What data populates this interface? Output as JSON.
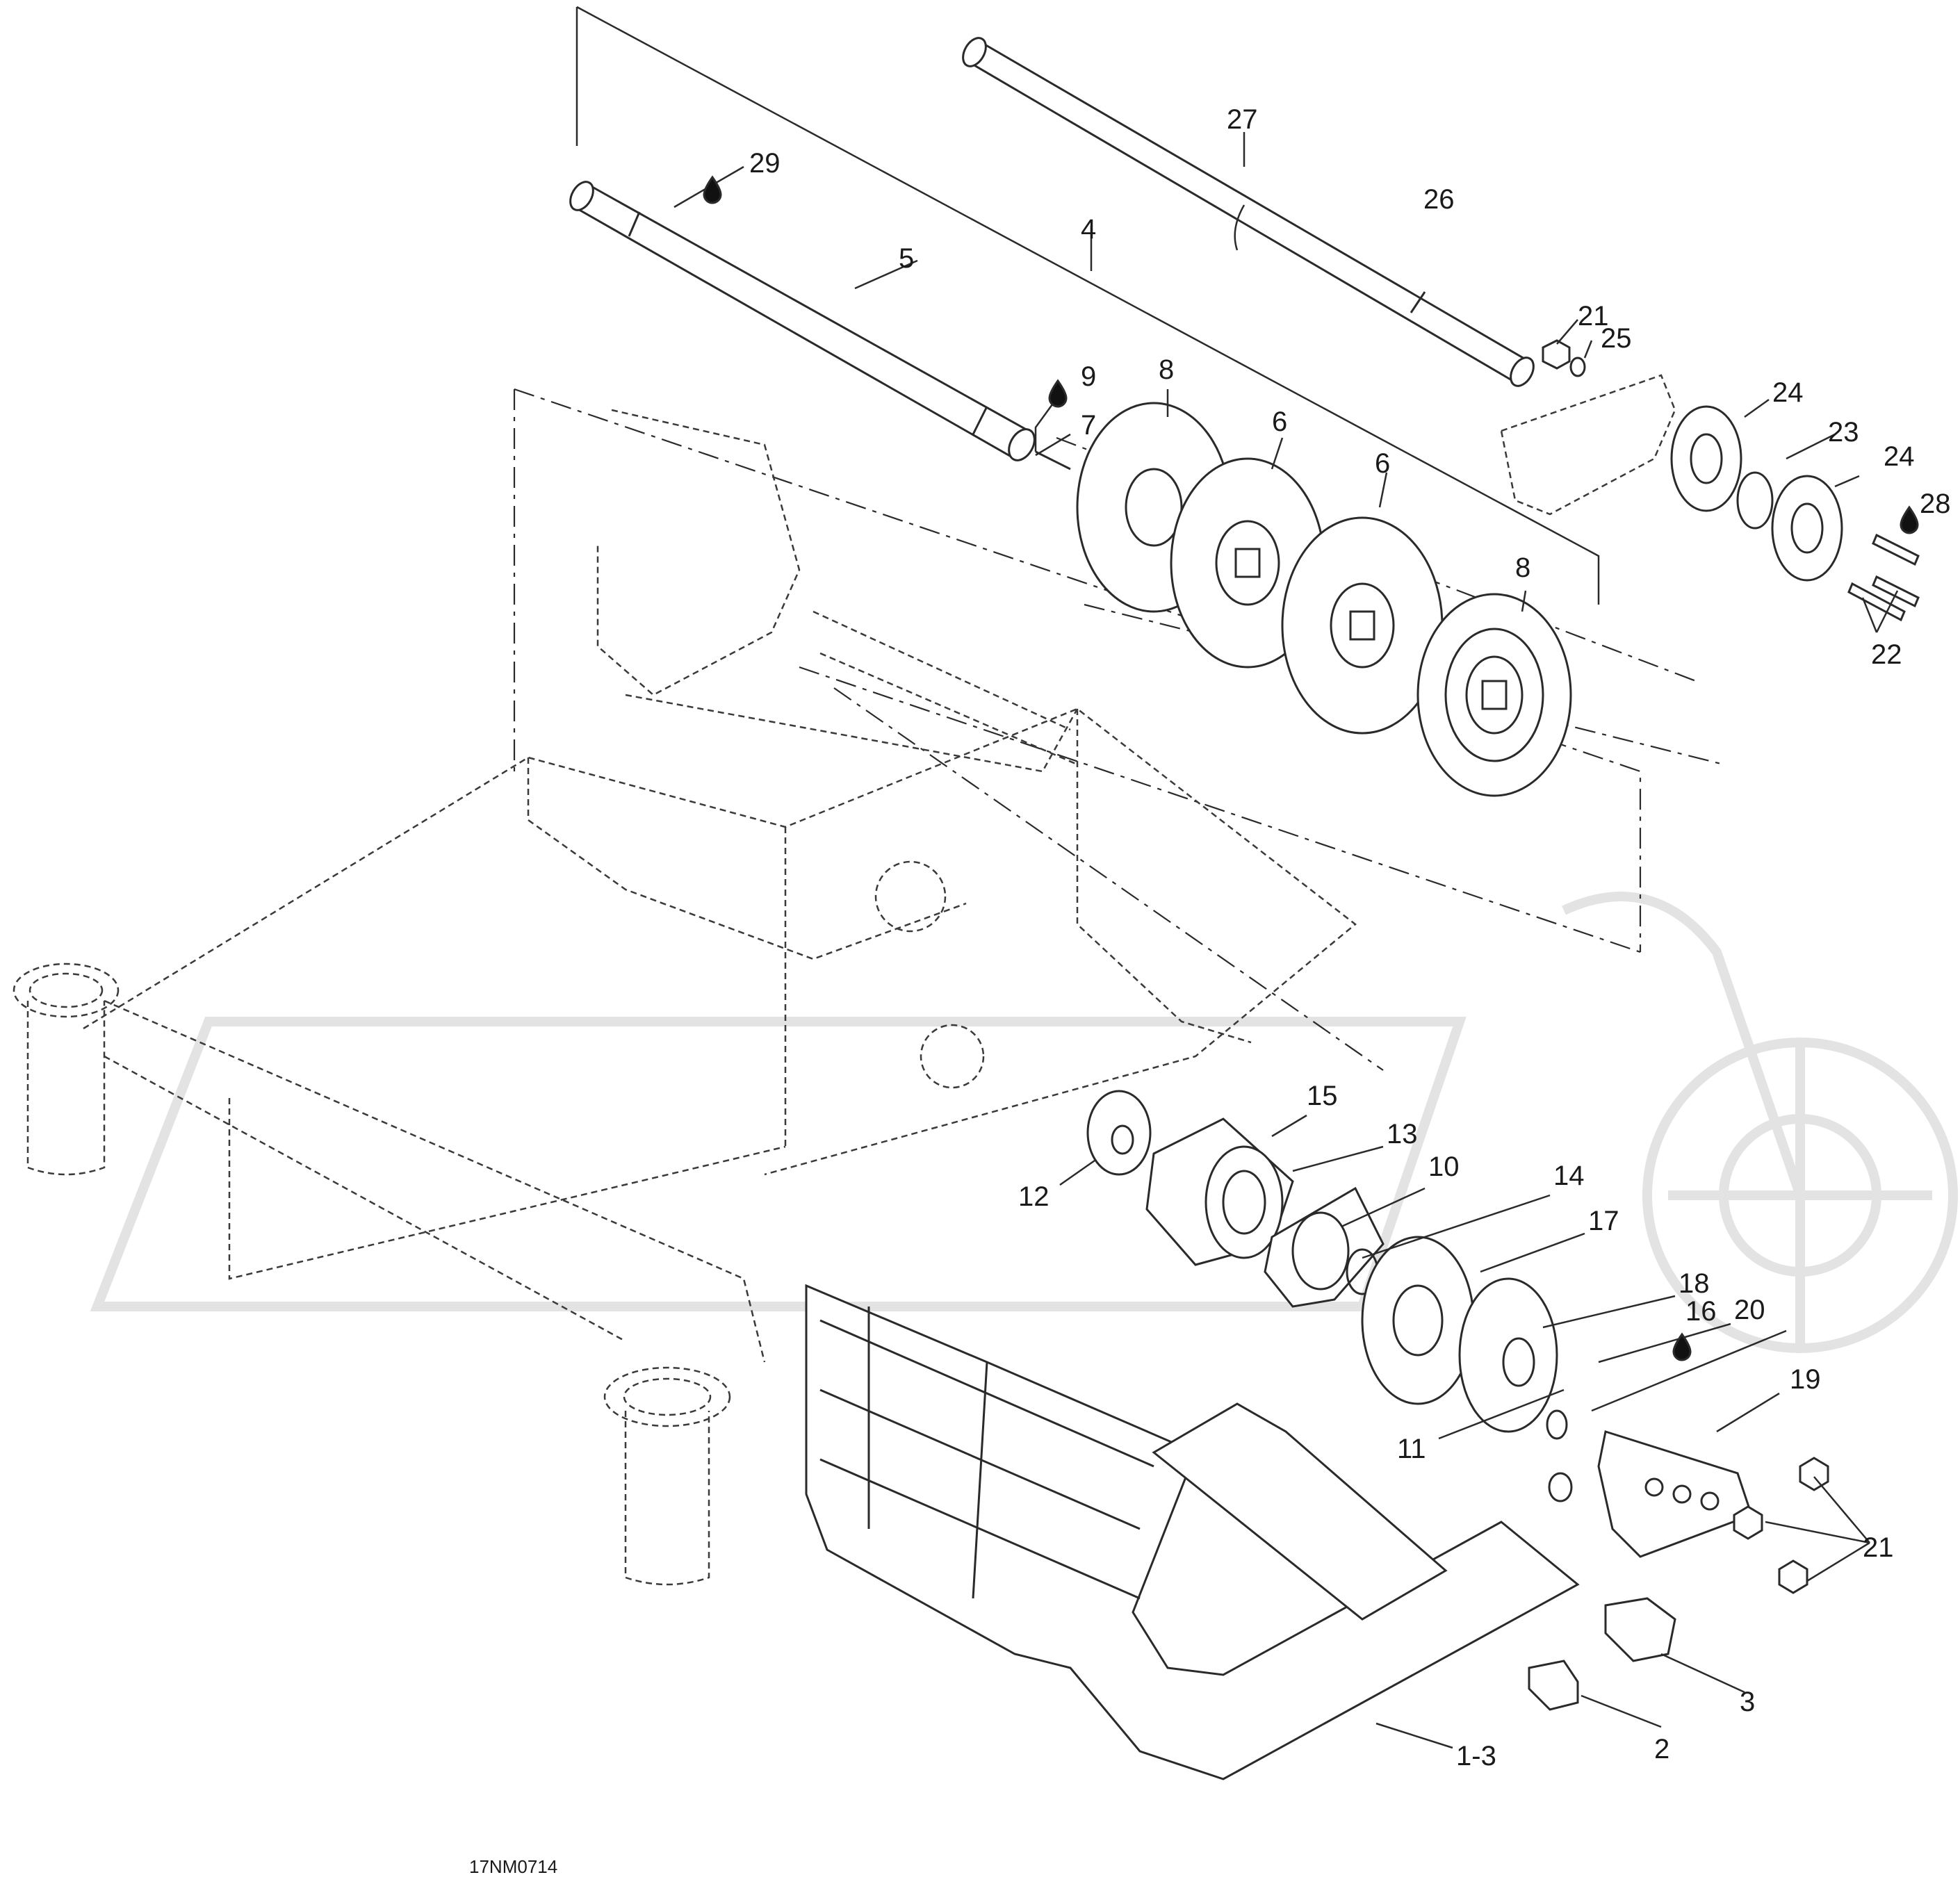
{
  "watermark": {
    "color": "#e3e3e3"
  },
  "callouts": {
    "p29": "29",
    "p27": "27",
    "p26": "26",
    "p5": "5",
    "p4": "4",
    "p21_top": "21",
    "p25": "25",
    "p9": "9",
    "p8_top": "8",
    "p7": "7",
    "p6_a": "6",
    "p6_b": "6",
    "p24_a": "24",
    "p23": "23",
    "p24_b": "24",
    "p28": "28",
    "p8_bottom": "8",
    "p22": "22",
    "p15": "15",
    "p13": "13",
    "p10": "10",
    "p14": "14",
    "p12": "12",
    "p17": "17",
    "p18": "18",
    "p16": "16",
    "p20": "20",
    "p19": "19",
    "p11": "11",
    "p21_bottom": "21",
    "p3": "3",
    "p2": "2",
    "p1_3": "1-3"
  },
  "reference_code": "17NM0714",
  "icons": {
    "lubricant": "oil-drop-icon"
  }
}
